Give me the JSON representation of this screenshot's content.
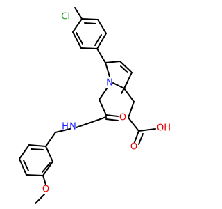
{
  "labels": {
    "chlorine": "Cl",
    "pyrrole_nitrogen": "N",
    "amide_nitrogen_h": "H",
    "amide_nitrogen": "N",
    "amide_oxygen": "O",
    "acid_oxygen": "O",
    "hydroxyl": "OH",
    "methoxy_oxygen": "O"
  },
  "colors": {
    "chlorine": "#1f9e1f",
    "nitrogen": "#1a1aff",
    "oxygen": "#e60000",
    "bond": "#000000"
  }
}
